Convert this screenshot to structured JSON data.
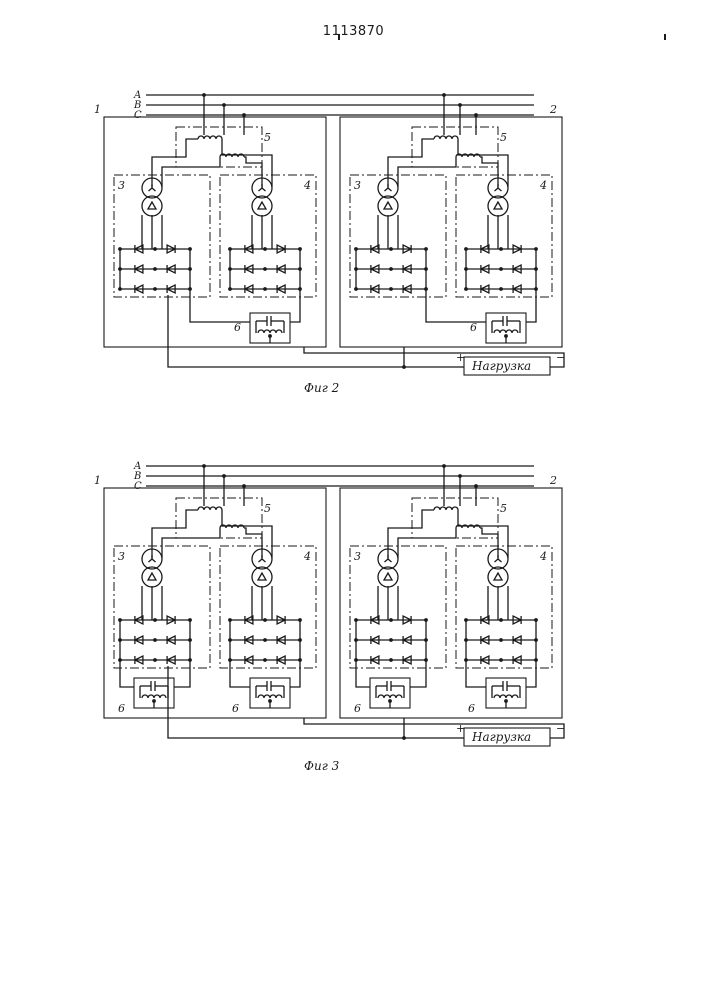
{
  "patent_number": "1113870",
  "figures": [
    {
      "id": "fig2",
      "caption": "Фиг 2",
      "load_label": "Нагрузка",
      "phase_labels": [
        "A",
        "B",
        "C"
      ],
      "unit_labels": [
        "1",
        "2"
      ],
      "block_labels": [
        "3",
        "4",
        "5",
        "6"
      ],
      "polarity": [
        "+",
        "−"
      ]
    },
    {
      "id": "fig3",
      "caption": "Фиг 3",
      "load_label": "Нагрузка",
      "phase_labels": [
        "A",
        "B",
        "C"
      ],
      "unit_labels": [
        "1",
        "2"
      ],
      "block_labels": [
        "3",
        "4",
        "5",
        "6"
      ],
      "polarity": [
        "+",
        "−"
      ]
    }
  ]
}
